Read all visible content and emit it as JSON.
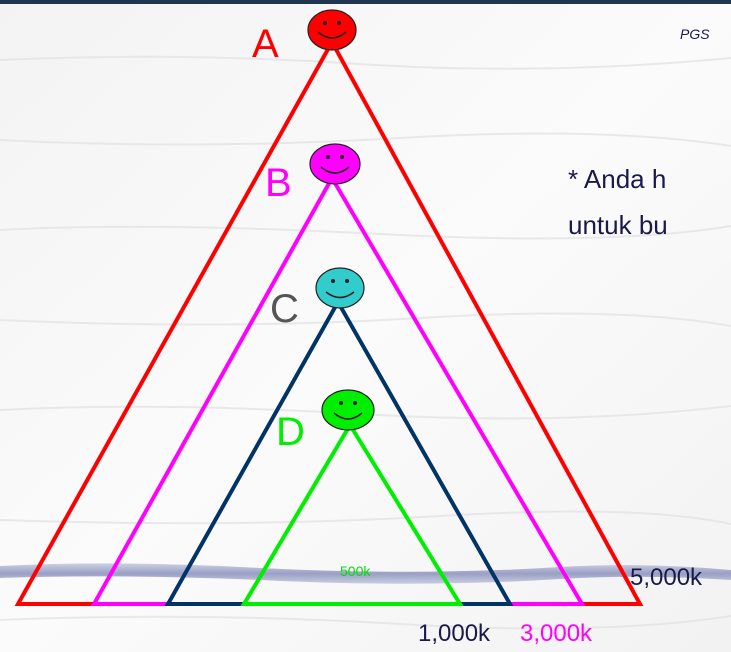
{
  "header": {
    "tag": "PGS"
  },
  "note": {
    "line1": "* Anda h",
    "line2": "untuk bu"
  },
  "colors": {
    "A": "#ff0000",
    "B": "#ff00ff",
    "C": "#003366",
    "D": "#00ee00",
    "C_label": "#555555",
    "C_face": "#33cccc",
    "text": "#1a1a4a"
  },
  "triangles": [
    {
      "letter": "A",
      "face_color": "#ff0000"
    },
    {
      "letter": "B",
      "face_color": "#ff00ff"
    },
    {
      "letter": "C",
      "face_color": "#33cccc"
    },
    {
      "letter": "D",
      "face_color": "#00ee00"
    }
  ],
  "values": {
    "d": "500k",
    "c": "1,000k",
    "b": "3,000k",
    "a": "5,000k"
  }
}
